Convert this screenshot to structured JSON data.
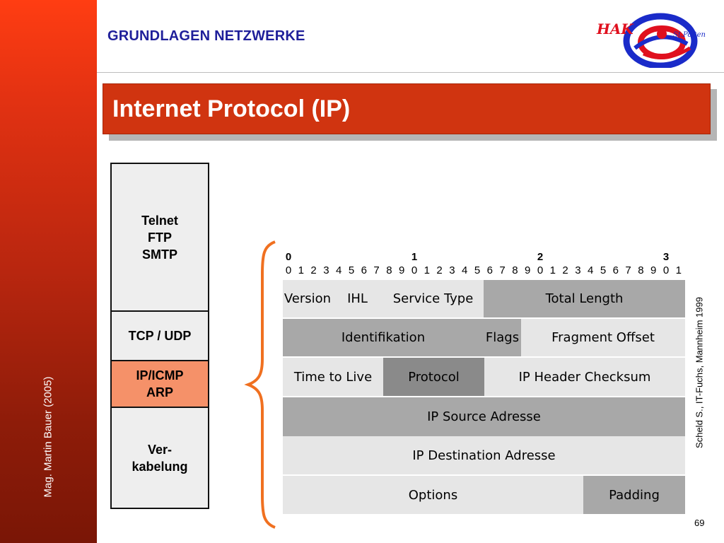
{
  "header": {
    "title": "GRUNDLAGEN NETZWERKE"
  },
  "logo": {
    "text_main": "HAK",
    "text_sub": "St.Pölten"
  },
  "sidebar": {
    "author": "Mag. Martin Bauer (2005)"
  },
  "banner": {
    "title": "Internet Protocol (IP)"
  },
  "stack": {
    "layers": [
      {
        "label": "Telnet\nFTP\nSMTP"
      },
      {
        "label": "TCP / UDP"
      },
      {
        "label": "IP/ICMP\nARP"
      },
      {
        "label": "Ver-\nkabelung"
      }
    ]
  },
  "bits": {
    "tens": [
      "0",
      "1",
      "2",
      "3"
    ],
    "units": [
      "0",
      "1",
      "2",
      "3",
      "4",
      "5",
      "6",
      "7",
      "8",
      "9",
      "0",
      "1",
      "2",
      "3",
      "4",
      "5",
      "6",
      "7",
      "8",
      "9",
      "0",
      "1",
      "2",
      "3",
      "4",
      "5",
      "6",
      "7",
      "8",
      "9",
      "0",
      "1"
    ]
  },
  "header_fields": [
    {
      "label": "Version"
    },
    {
      "label": "IHL"
    },
    {
      "label": "Service Type"
    },
    {
      "label": "Total Length"
    },
    {
      "label": "Identifikation"
    },
    {
      "label": "Flags"
    },
    {
      "label": "Fragment Offset"
    },
    {
      "label": "Time to Live"
    },
    {
      "label": "Protocol"
    },
    {
      "label": "IP Header Checksum"
    },
    {
      "label": "IP Source Adresse"
    },
    {
      "label": "IP Destination Adresse"
    },
    {
      "label": "Options"
    },
    {
      "label": "Padding"
    }
  ],
  "source": "Scheld S., IT-Fuchs, Mannheim 1999",
  "page_number": "69",
  "colors": {
    "banner": "#d03410",
    "accent_layer": "#f59169",
    "header_text": "#1f1f9a",
    "brace": "#f07020"
  }
}
